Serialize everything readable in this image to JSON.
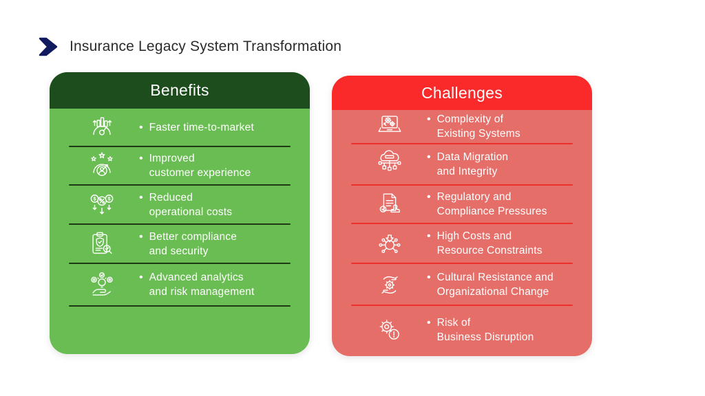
{
  "header": {
    "title": "Insurance Legacy System Transformation",
    "icon": "chevron-right-icon",
    "chevron_color": "#111a5e",
    "title_color": "#2b2b2b"
  },
  "benefits": {
    "title": "Benefits",
    "header_color": "#1e4d1d",
    "body_color": "#69bd52",
    "divider_color": "#1d3a15",
    "items": [
      {
        "icon": "gauge-growth-icon",
        "text": "Faster time-to-market"
      },
      {
        "icon": "customer-satisfaction-icon",
        "text": "Improved\ncustomer experience"
      },
      {
        "icon": "cost-reduction-icon",
        "text": "Reduced\noperational costs"
      },
      {
        "icon": "compliance-security-icon",
        "text": "Better compliance\nand security"
      },
      {
        "icon": "analytics-idea-icon",
        "text": "Advanced analytics\nand risk management"
      }
    ]
  },
  "challenges": {
    "title": "Challenges",
    "header_color": "#fa2a2b",
    "body_color": "#e66e69",
    "divider_color": "#ee302c",
    "items": [
      {
        "icon": "laptop-gears-icon",
        "text": "Complexity of\nExisting Systems"
      },
      {
        "icon": "cloud-data-network-icon",
        "text": "Data Migration\nand Integrity"
      },
      {
        "icon": "document-stamp-icon",
        "text": "Regulatory and\nCompliance Pressures"
      },
      {
        "icon": "resource-hub-icon",
        "text": "High Costs and\nResource Constraints"
      },
      {
        "icon": "hands-gear-icon",
        "text": "Cultural Resistance and\nOrganizational Change"
      },
      {
        "icon": "gear-warning-icon",
        "text": "Risk of\nBusiness Disruption"
      }
    ]
  }
}
